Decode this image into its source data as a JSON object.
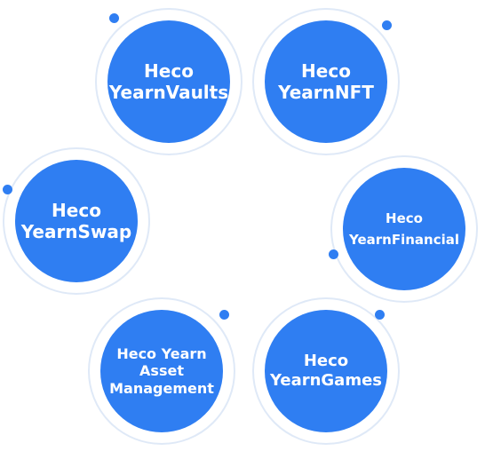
{
  "accent_color": "#2f7ef2",
  "ring_color": "#dfe9f7",
  "nodes": [
    {
      "id": "yearnvaults",
      "lines": [
        "Heco",
        "YearnVaults"
      ]
    },
    {
      "id": "yearnnft",
      "lines": [
        "Heco",
        "YearnNFT"
      ]
    },
    {
      "id": "yearnswap",
      "lines": [
        "Heco",
        "YearnSwap"
      ]
    },
    {
      "id": "yearnfinancial",
      "lines": [
        "Heco",
        "YearnFinancial"
      ]
    },
    {
      "id": "yearn-asset-management",
      "lines": [
        "Heco Yearn",
        "Asset",
        "Management"
      ]
    },
    {
      "id": "yearngames",
      "lines": [
        "Heco",
        "YearnGames"
      ]
    }
  ]
}
